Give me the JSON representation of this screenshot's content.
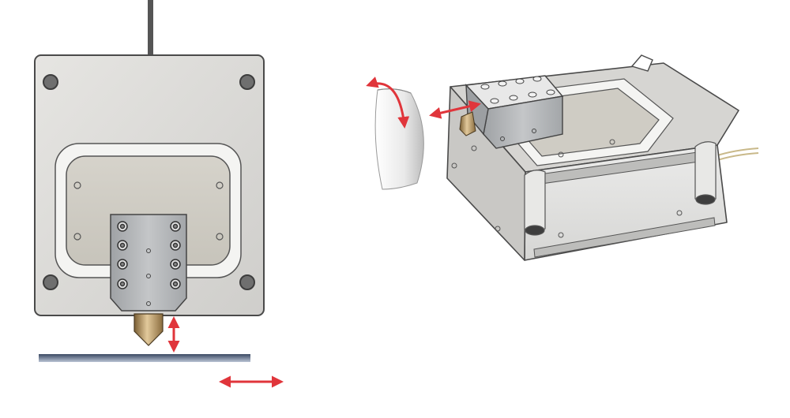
{
  "figure": {
    "views": [
      {
        "name": "front-view",
        "parts": [
          "cable",
          "stage-body",
          "mounting-holes",
          "flexure-frame",
          "carriage-plate",
          "probe-tip",
          "sample-surface"
        ]
      },
      {
        "name": "perspective-view",
        "parts": [
          "stage-body",
          "carriage-block",
          "probe-tip",
          "roller",
          "cable"
        ]
      }
    ],
    "motion_arrows": [
      {
        "view": "front-view",
        "direction": "vertical"
      },
      {
        "view": "front-view",
        "direction": "horizontal"
      },
      {
        "view": "perspective-view",
        "direction": "horizontal"
      },
      {
        "view": "perspective-view",
        "direction": "rotational"
      }
    ],
    "colors": {
      "body": "#dcdbd8",
      "body_edge": "#4a4a4a",
      "plate": "#aeb0b2",
      "inset": "#cfccc4",
      "arrow": "#e0353b",
      "surface_dark": "#3b4a63",
      "surface_light": "#b9c3d4",
      "brass": "#b08d57"
    }
  }
}
